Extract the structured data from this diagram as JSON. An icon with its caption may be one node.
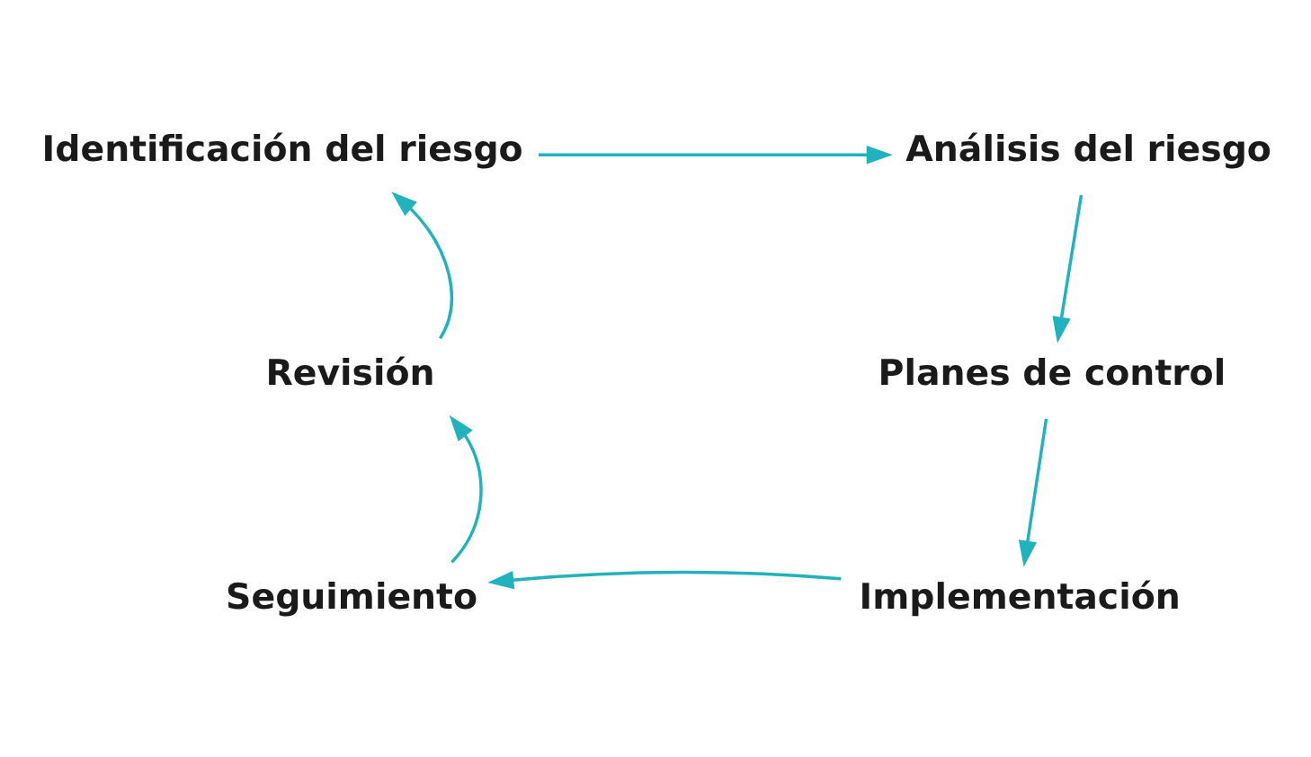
{
  "diagram": {
    "nodes": [
      {
        "text": [
          "Identificación del riesgo"
        ]
      },
      {
        "text": [
          "Análisis del riesgo"
        ]
      },
      {
        "text": [
          "Planes de control"
        ]
      },
      {
        "text": [
          "Implementación"
        ]
      },
      {
        "text": [
          "Seguimiento"
        ]
      },
      {
        "text": [
          "Revisión"
        ]
      }
    ],
    "edges": [
      {
        "from": 0,
        "to": 1,
        "arrow": "to"
      },
      {
        "from": 1,
        "to": 2,
        "arrow": "to"
      },
      {
        "from": 2,
        "to": 3,
        "arrow": "to"
      },
      {
        "from": 3,
        "to": 4,
        "arrow": "to"
      },
      {
        "from": 4,
        "to": 5,
        "arrow": "to"
      },
      {
        "from": 5,
        "to": 0,
        "arrow": "to"
      }
    ]
  }
}
